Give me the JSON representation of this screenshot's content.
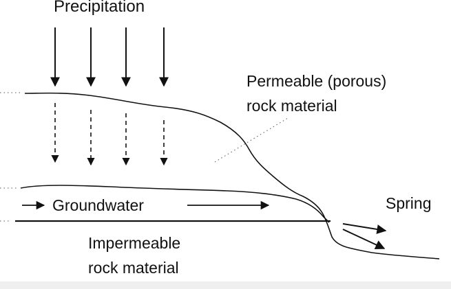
{
  "labels": {
    "precipitation": "Precipitation",
    "permeable_line1": "Permeable (porous)",
    "permeable_line2": "rock material",
    "groundwater": "Groundwater",
    "spring": "Spring",
    "impermeable_line1": "Impermeable",
    "impermeable_line2": "rock material"
  },
  "colors": {
    "ink": "#111111",
    "background": "#ffffff",
    "bottom_band": "#efefef"
  },
  "arrows": {
    "precipitation": "solid-down-arrow",
    "infiltration": "dashed-down-arrow",
    "groundwater_flow": "right-arrow",
    "spring_outflow": "outflow-arrow"
  }
}
